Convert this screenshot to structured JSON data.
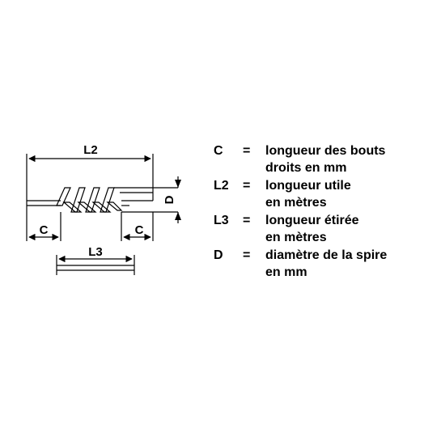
{
  "diagram": {
    "labels": {
      "l2": "L2",
      "c_left": "C",
      "c_right": "C",
      "l3": "L3",
      "d": "D"
    }
  },
  "legend": [
    {
      "symbol": "C",
      "equals": "=",
      "line1": "longueur des bouts",
      "line2": "droits en mm"
    },
    {
      "symbol": "L2",
      "equals": "=",
      "line1": "longueur utile",
      "line2": "en mètres"
    },
    {
      "symbol": "L3",
      "equals": "=",
      "line1": "longueur étirée",
      "line2": "en mètres"
    },
    {
      "symbol": "D",
      "equals": "=",
      "line1": "diamètre de la spire",
      "line2": "en mm"
    }
  ]
}
